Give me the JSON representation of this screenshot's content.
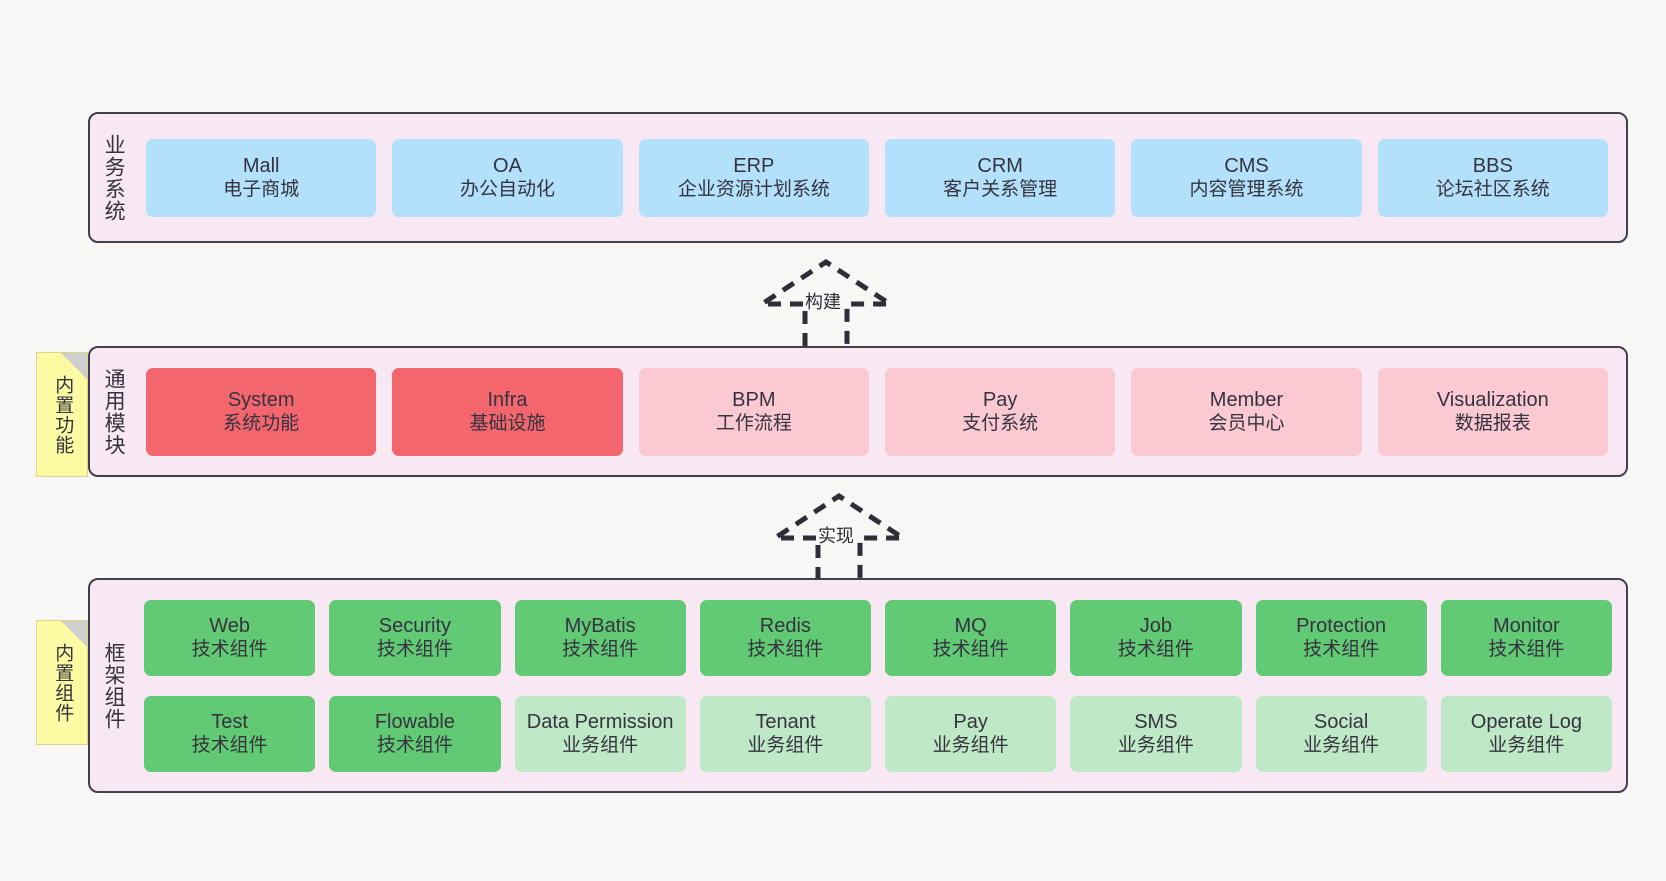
{
  "diagram": {
    "background_color": "#f7f7f5",
    "panel_fill": "#f8e8f3",
    "panel_stroke": "#42404d",
    "note_fill": "#fcfaa2"
  },
  "layers": [
    {
      "id": "business-system",
      "title": "业务系统",
      "cards": [
        {
          "name": "Mall",
          "desc": "电子商城"
        },
        {
          "name": "OA",
          "desc": "办公自动化"
        },
        {
          "name": "ERP",
          "desc": "企业资源计划系统"
        },
        {
          "name": "CRM",
          "desc": "客户关系管理"
        },
        {
          "name": "CMS",
          "desc": "内容管理系统"
        },
        {
          "name": "BBS",
          "desc": "论坛社区系统"
        }
      ]
    },
    {
      "id": "common-module",
      "title": "通用模块",
      "note": "内置功能",
      "cards": [
        {
          "name": "System",
          "desc": "系统功能",
          "highlight": true,
          "color": "#f4666e"
        },
        {
          "name": "Infra",
          "desc": "基础设施",
          "highlight": true,
          "color": "#f4666e"
        },
        {
          "name": "BPM",
          "desc": "工作流程",
          "highlight": false,
          "color": "#fbc9d1"
        },
        {
          "name": "Pay",
          "desc": "支付系统",
          "highlight": false,
          "color": "#fbc9d1"
        },
        {
          "name": "Member",
          "desc": "会员中心",
          "highlight": false,
          "color": "#fbc9d1"
        },
        {
          "name": "Visualization",
          "desc": "数据报表",
          "highlight": false,
          "color": "#fbc9d1"
        }
      ]
    },
    {
      "id": "framework-component",
      "title": "框架组件",
      "note": "内置组件",
      "row_tech": [
        {
          "name": "Web",
          "desc": "技术组件"
        },
        {
          "name": "Security",
          "desc": "技术组件"
        },
        {
          "name": "MyBatis",
          "desc": "技术组件"
        },
        {
          "name": "Redis",
          "desc": "技术组件"
        },
        {
          "name": "MQ",
          "desc": "技术组件"
        },
        {
          "name": "Job",
          "desc": "技术组件"
        },
        {
          "name": "Protection",
          "desc": "技术组件"
        },
        {
          "name": "Monitor",
          "desc": "技术组件"
        }
      ],
      "row_mixed": [
        {
          "name": "Test",
          "desc": "技术组件",
          "kind": "tech"
        },
        {
          "name": "Flowable",
          "desc": "技术组件",
          "kind": "tech"
        },
        {
          "name": "Data Permission",
          "desc": "业务组件",
          "kind": "biz"
        },
        {
          "name": "Tenant",
          "desc": "业务组件",
          "kind": "biz"
        },
        {
          "name": "Pay",
          "desc": "业务组件",
          "kind": "biz"
        },
        {
          "name": "SMS",
          "desc": "业务组件",
          "kind": "biz"
        },
        {
          "name": "Social",
          "desc": "业务组件",
          "kind": "biz"
        },
        {
          "name": "Operate Log",
          "desc": "业务组件",
          "kind": "biz"
        }
      ]
    }
  ],
  "relations": [
    {
      "id": "build",
      "label": "构建",
      "from": "common-module",
      "to": "business-system"
    },
    {
      "id": "implement",
      "label": "实现",
      "from": "framework-component",
      "to": "common-module"
    }
  ]
}
